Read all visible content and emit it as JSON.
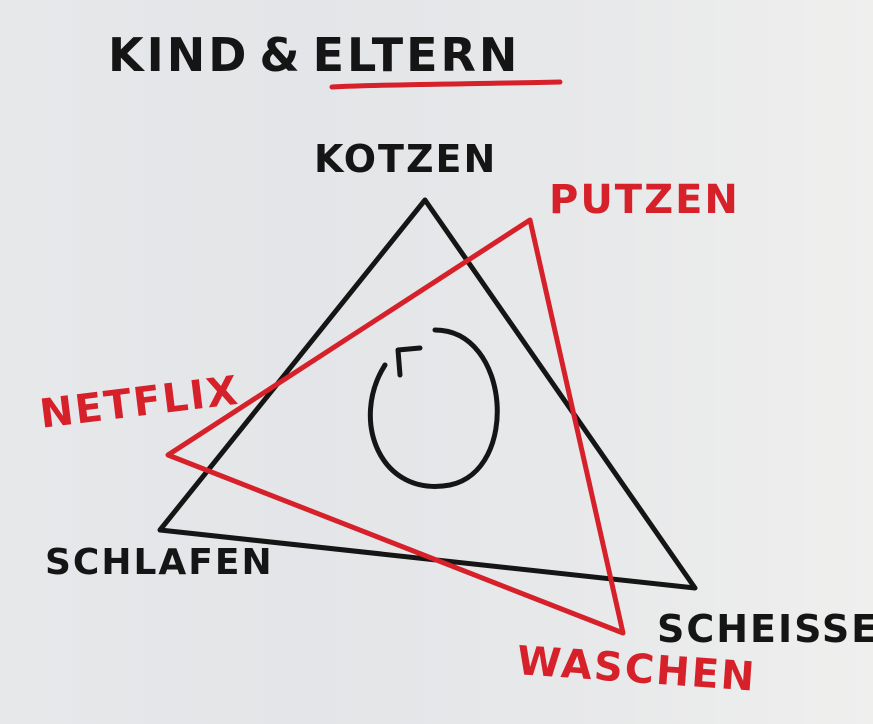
{
  "title": {
    "part1": "KIND",
    "ampersand": "&",
    "part2": "ELTERN"
  },
  "black_cycle": {
    "color": "#151515",
    "nodes": [
      "KOTZEN",
      "SCHLAFEN",
      "SCHEISSEN"
    ]
  },
  "red_cycle": {
    "color": "#d6202a",
    "nodes": [
      "PUTZEN",
      "NETFLIX",
      "WASCHEN"
    ]
  },
  "center_symbol": "circular-arrow-icon",
  "colors": {
    "ink_black": "#151515",
    "ink_red": "#d6202a",
    "paper": "#e6e7e9"
  }
}
